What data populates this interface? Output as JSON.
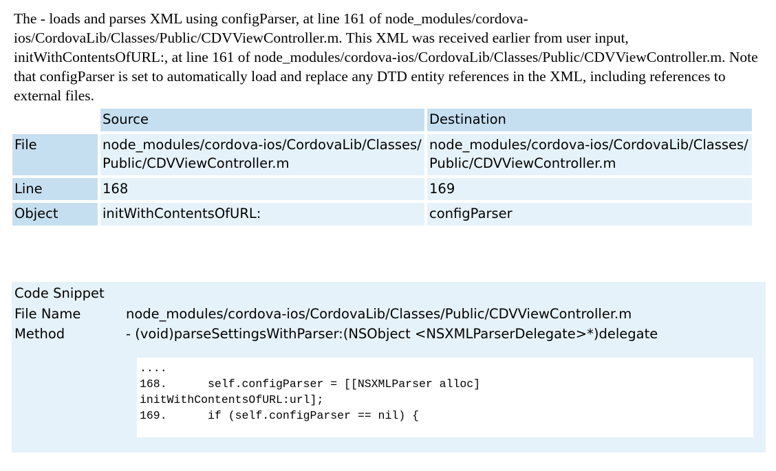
{
  "description": "The - loads and parses XML using configParser, at line 161 of node_modules/cordova-ios/CordovaLib/Classes/Public/CDVViewController.m. This XML was received earlier from user input, initWithContentsOfURL:, at line 161 of node_modules/cordova-ios/CordovaLib/Classes/Public/CDVViewController.m. Note that configParser is set to automatically load and replace any DTD entity references in the XML, including references to external files.",
  "flow_table": {
    "headers": {
      "source": "Source",
      "destination": "Destination"
    },
    "rows": {
      "file": {
        "label": "File",
        "source": "node_modules/cordova-ios/CordovaLib/Classes/Public/CDVViewController.m",
        "destination": "node_modules/cordova-ios/CordovaLib/Classes/Public/CDVViewController.m"
      },
      "line": {
        "label": "Line",
        "source": "168",
        "destination": "169"
      },
      "object": {
        "label": "Object",
        "source": "initWithContentsOfURL:",
        "destination": "configParser"
      }
    }
  },
  "snippet": {
    "title": "Code Snippet",
    "file_name_label": "File Name",
    "file_name": "node_modules/cordova-ios/CordovaLib/Classes/Public/CDVViewController.m",
    "method_label": "Method",
    "method": "- (void)parseSettingsWithParser:(NSObject <NSXMLParserDelegate>*)delegate",
    "code_lines": [
      "....",
      "168.      self.configParser = [[NSXMLParser alloc]",
      "initWithContentsOfURL:url];",
      "169.      if (self.configParser == nil) {"
    ]
  }
}
